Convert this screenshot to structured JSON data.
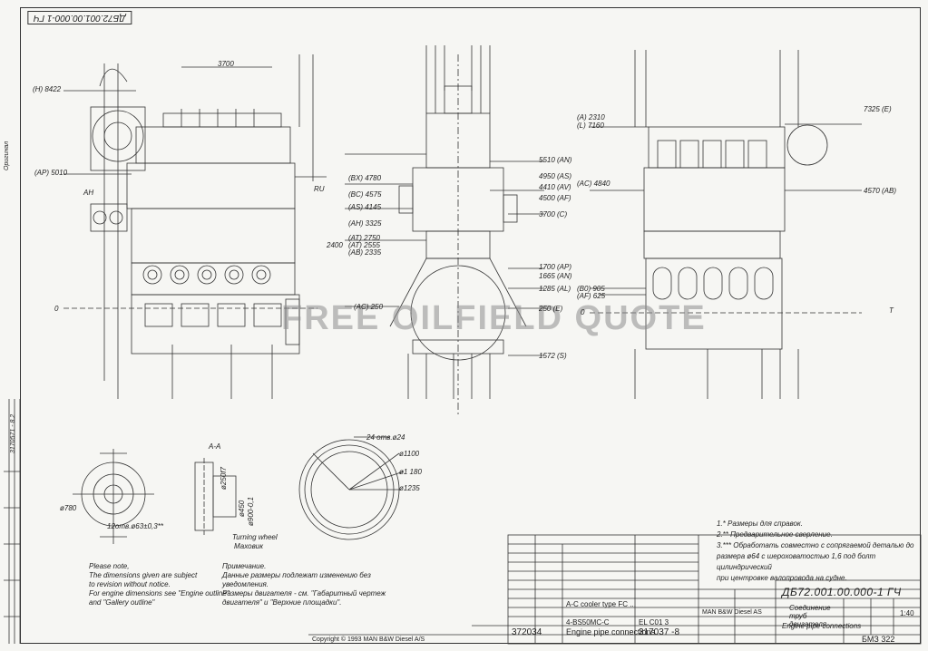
{
  "document": {
    "top_stamp": "ДБ72.001.00.000-1 ГЧ",
    "left_margin_labels": [
      "3170571 - 8.2",
      "Оригинал"
    ],
    "watermark": "FREE OILFIELD QUOTE",
    "drawing_number": "ДБ72.001.00.000-1 ГЧ",
    "title_ru": "Соединение труб двигателя",
    "title_en": "Engine pipe connections",
    "scale": "1:40",
    "sheet_label": "БМЗ 322",
    "engine_type": "4-BS50MC-C",
    "doc_no_1": "372034",
    "doc_no_2": "317037 -8",
    "copyright": "Copyright © 1993 MAN B&W Diesel A/S",
    "mid_title": "Engine pipe connections",
    "cooler_note": "A-C cooler type FC ...",
    "maker": "MAN B&W Diesel A/S"
  },
  "notes_ru_right": [
    "1.* Размеры для справок.",
    "2.** Предварительное сверление.",
    "3.*** Обработать совместно с сопрягаемой деталью до",
    "размера ø64 с шероховатостью 1,6 под болт цилиндрический",
    "при центровке валопровода на судне."
  ],
  "notes_en": [
    "Please note,",
    "The dimensions given are subject",
    "to revision without notice.",
    "For engine dimensions see \"Engine outline\"",
    "and \"Gallery outline\""
  ],
  "notes_ru": [
    "Примечание.",
    "Данные размеры подлежат изменению без",
    "уведомления.",
    "Размеры двигателя - см. \"Габаритный чертеж",
    "двигателя\" и \"Верхние площадки\"."
  ],
  "details": {
    "a_a_label": "A-A",
    "turning_wheel_en": "Turning wheel",
    "turning_wheel_ru": "Маховик",
    "bolt_holes": "24 отв.ø24",
    "dia_1100": "ø1100",
    "dia_1180": "ø1 180",
    "dia_1235": "ø1235",
    "dia_780": "ø780",
    "holes_12": "12отв.ø63±0,3**",
    "dia_450": "ø450",
    "dia_900": "ø900-0,1",
    "dia_250": "ø250f7"
  },
  "dims_left": {
    "d8422": "(H) 8422",
    "d5010": "(AP) 5010",
    "d3700": "3700",
    "zero": "0",
    "ah": "AH",
    "ru": "RU"
  },
  "dims_mid": {
    "d5510": "5510 (AN)",
    "d4950": "4950 (AS)",
    "d4410": "4410 (AV)",
    "d4500": "4500 (AF)",
    "d3700": "3700 (C)",
    "d1700": "1700 (AP)",
    "d1665": "1665 (AN)",
    "d1285": "1285 (AL)",
    "d250": "250 (E)",
    "d1572": "1572 (S)",
    "d2400": "2400",
    "l4780": "(BX) 4780",
    "l4575": "(BC) 4575",
    "l4145": "(AS) 4145",
    "l3325": "(AH) 3325",
    "l2750": "(AT) 2750",
    "l2555": "(AT) 2555",
    "l2335": "(AB) 2335",
    "l250": "(AC) 250"
  },
  "dims_right": {
    "d7325": "7325 (E)",
    "d4570": "4570 (AB)",
    "l2310": "(A) 2310",
    "l7160": "(L) 7160",
    "l4840": "(AC) 4840",
    "l905": "(B0) 905",
    "l625": "(AF) 625",
    "zero": "0",
    "t": "T"
  },
  "title_block": {
    "col_a": "A-C cooler type FC ...",
    "rev": "EL C01 3",
    "maker_short": "MAN B&W Diesel AS"
  }
}
